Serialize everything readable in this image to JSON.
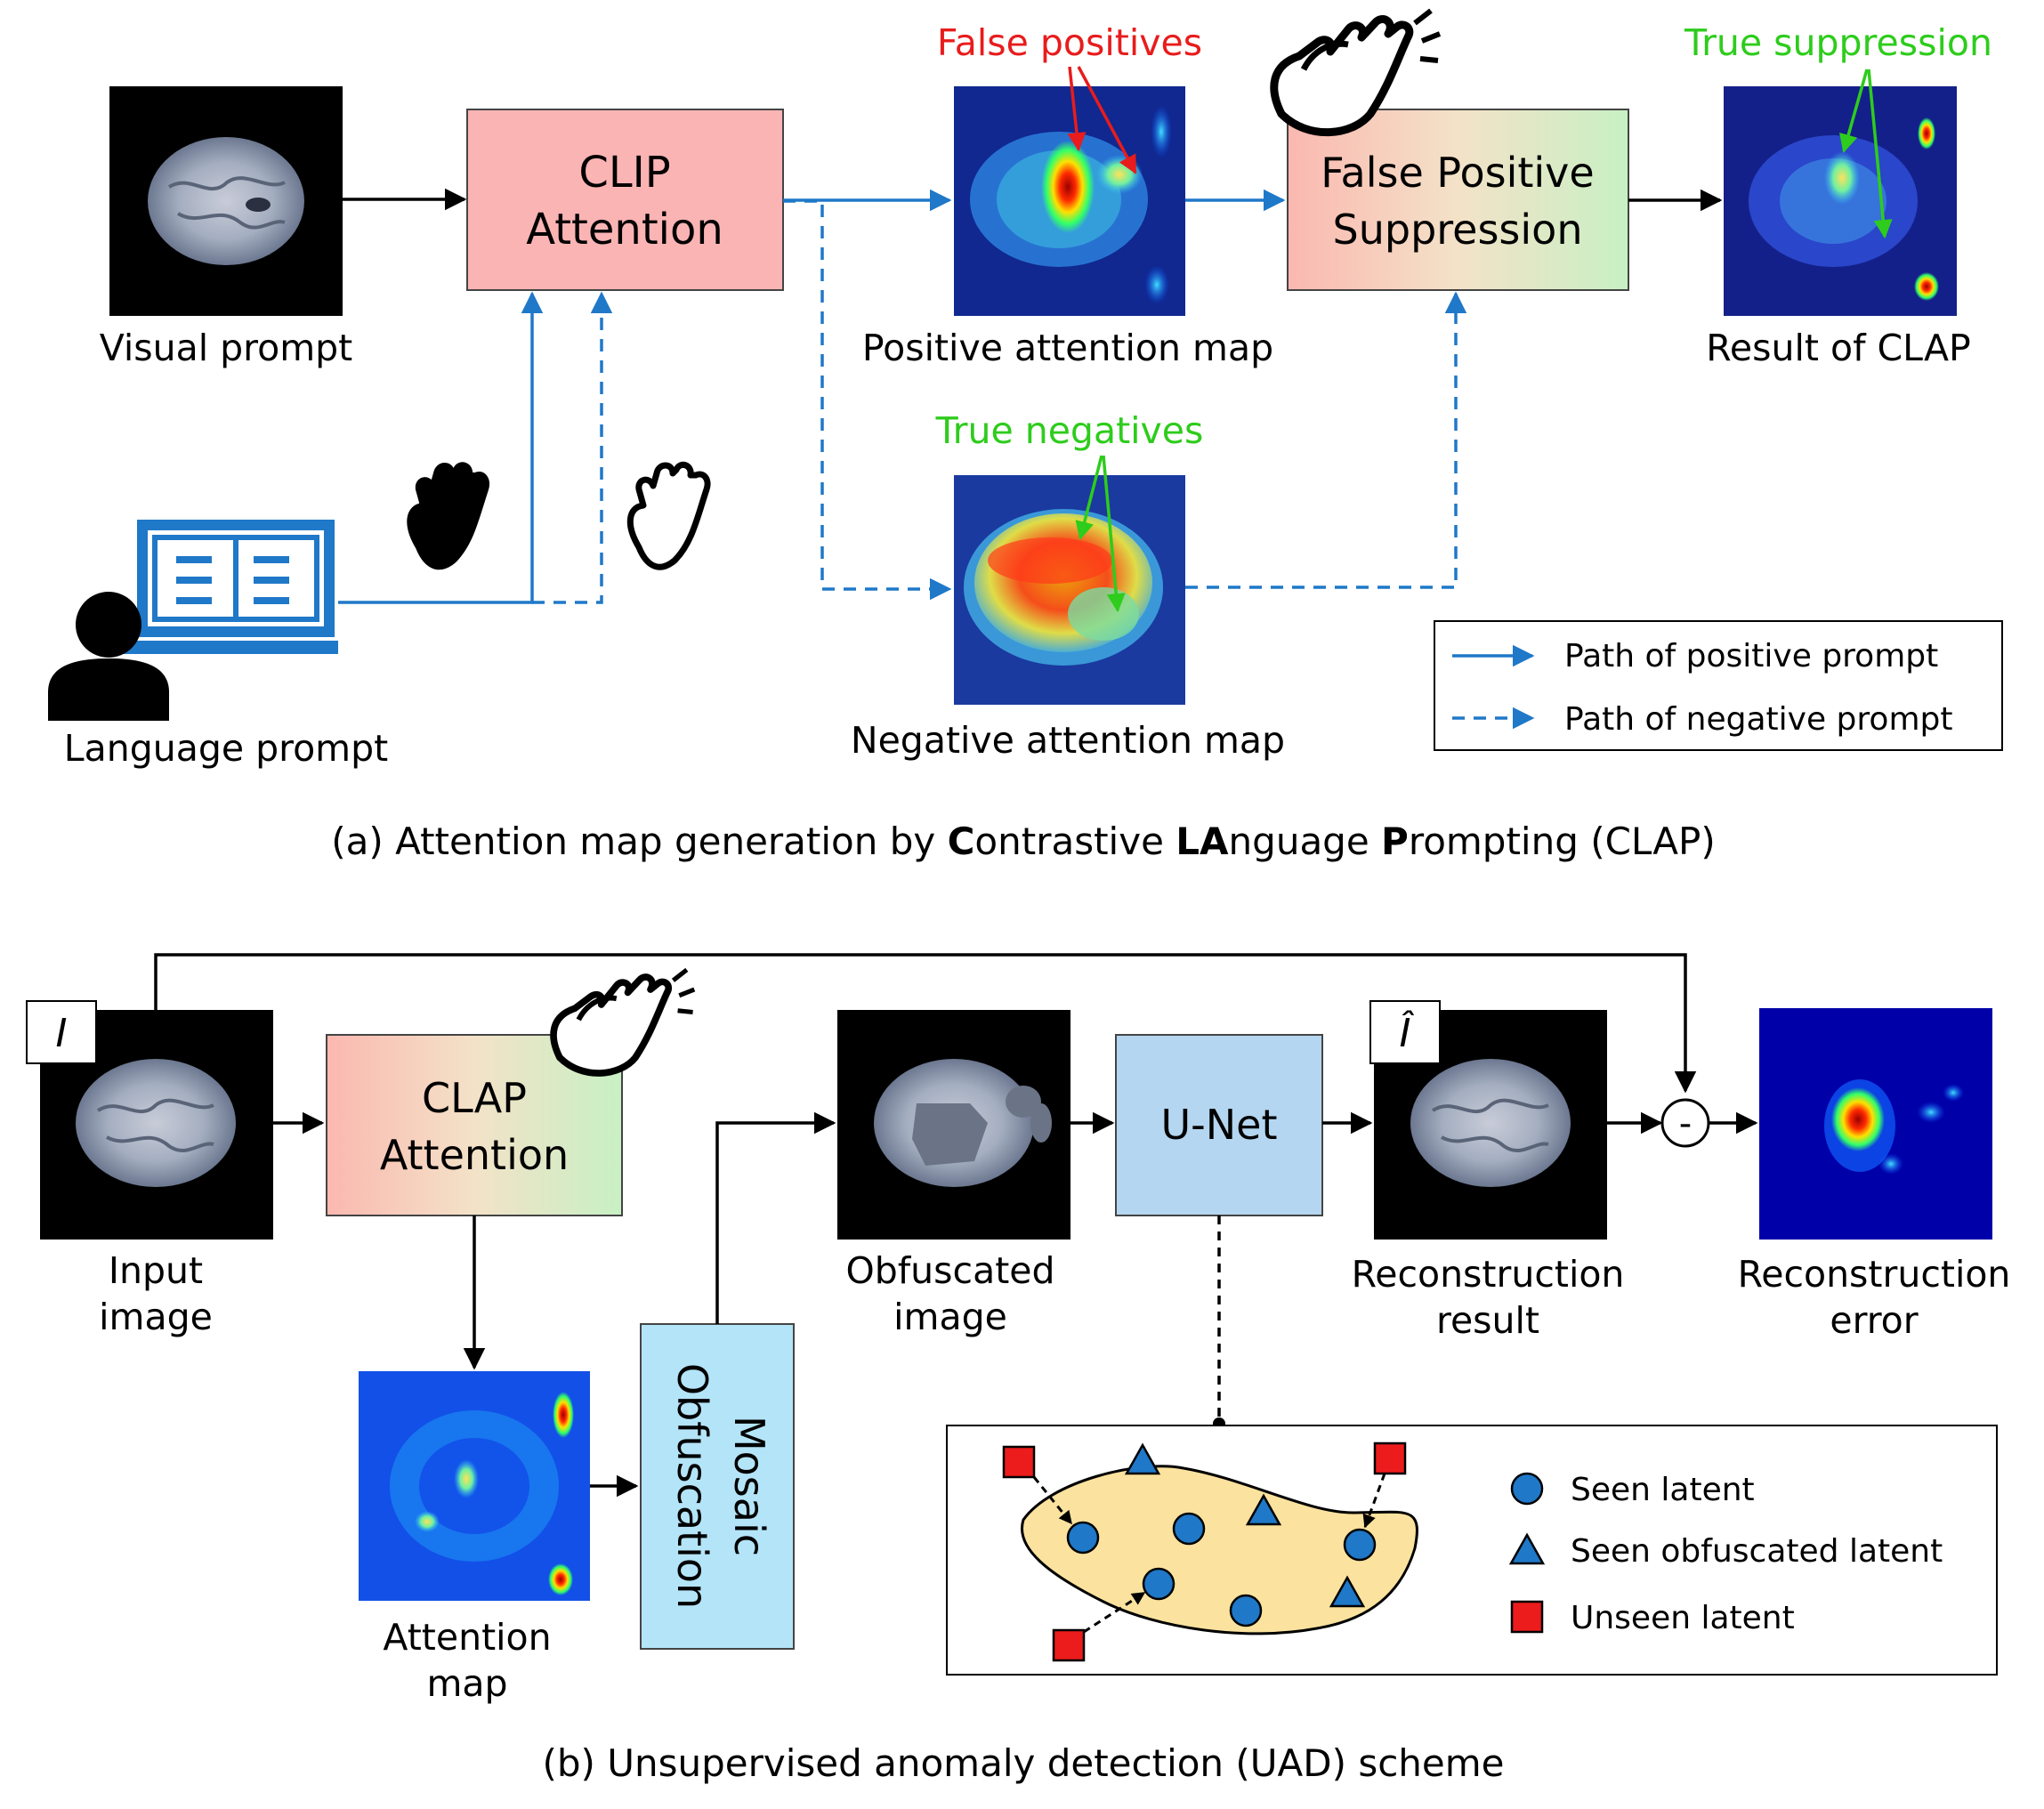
{
  "part_a": {
    "visual_prompt_label": "Visual prompt",
    "clip_box_line1": "CLIP",
    "clip_box_line2": "Attention",
    "positive_map_label": "Positive attention map",
    "false_positives_label": "False positives",
    "fps_box_line1": "False Positive",
    "fps_box_line2": "Suppression",
    "result_label": "Result of CLAP",
    "true_suppression_label": "True suppression",
    "true_negatives_label": "True negatives",
    "negative_map_label": "Negative attention map",
    "language_prompt_label": "Language prompt",
    "legend": {
      "positive": "Path of positive prompt",
      "negative": "Path of negative prompt"
    },
    "caption_prefix": "(a) Attention map generation by ",
    "caption_C": "C",
    "caption_ontrastive": "ontrastive ",
    "caption_LA": "LA",
    "caption_nguage": "nguage ",
    "caption_P": "P",
    "caption_suffix": "rompting (CLAP)"
  },
  "part_b": {
    "input_symbol": "I",
    "input_label_line1": "Input",
    "input_label_line2": "image",
    "clap_box_line1": "CLAP",
    "clap_box_line2": "Attention",
    "attention_map_line1": "Attention",
    "attention_map_line2": "map",
    "mosaic_line1": "Mosaic",
    "mosaic_line2": "Obfuscation",
    "obfuscated_line1": "Obfuscated",
    "obfuscated_line2": "image",
    "unet_label": "U-Net",
    "recon_symbol": "Î",
    "recon_result_line1": "Reconstruction",
    "recon_result_line2": "result",
    "minus_symbol": "-",
    "recon_error_line1": "Reconstruction",
    "recon_error_line2": "error",
    "latent_legend": {
      "seen": "Seen latent",
      "seen_obfuscated": "Seen obfuscated latent",
      "unseen": "Unseen latent"
    },
    "caption": "(b) Unsupervised anomaly detection (UAD) scheme"
  },
  "colors": {
    "positive_path": "#1f78c8",
    "false_positive_text": "#e81c1c",
    "true_text": "#2ecc1c",
    "clip_box": "#fbb4b4",
    "unet_box": "#b4d6f0",
    "mosaic_box": "#b4e4f8",
    "latent_blob": "#fbe29e",
    "latent_seen": "#1f78c8",
    "latent_unseen": "#ec1c1c"
  }
}
